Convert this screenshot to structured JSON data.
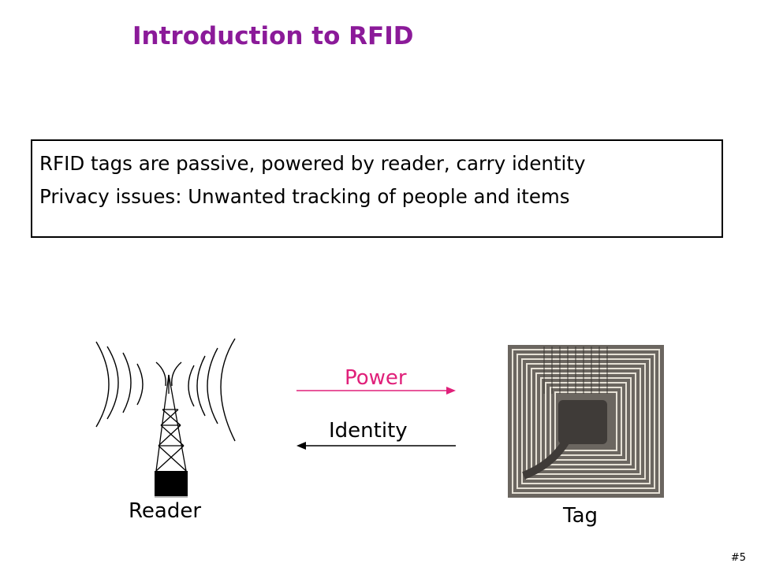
{
  "slide": {
    "title": "Introduction to RFID",
    "bullets": [
      "RFID tags are passive, powered by reader, carry identity",
      "Privacy issues: Unwanted tracking of people and items"
    ],
    "reader_label": "Reader",
    "tag_label": "Tag",
    "power_label": "Power",
    "identity_label": "Identity",
    "page_number": "#5"
  },
  "colors": {
    "title": "#8B1A99",
    "power": "#E0207A",
    "text": "#000000"
  },
  "icons": {
    "reader": "radio-tower-icon",
    "tag": "rfid-tag-photo"
  }
}
